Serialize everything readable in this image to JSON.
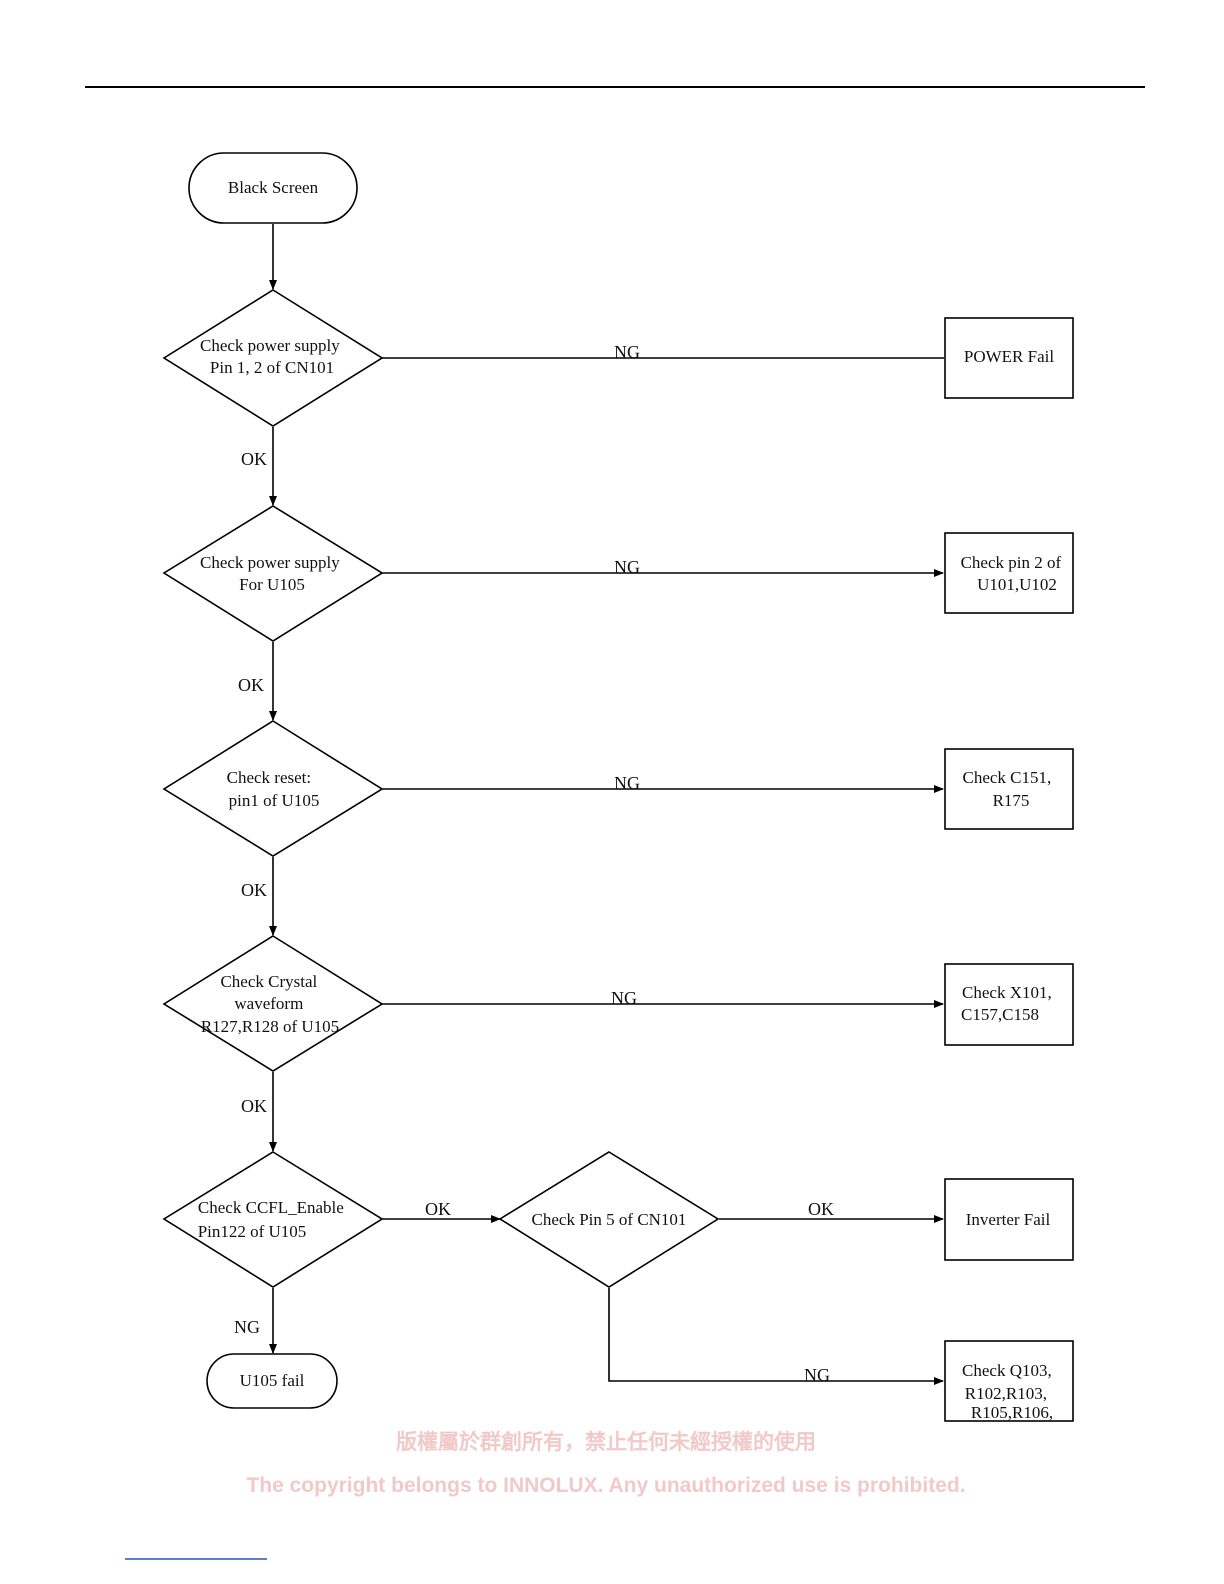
{
  "nodes": {
    "start": {
      "lines": [
        "Black Screen"
      ]
    },
    "check_power_cn101": {
      "lines": [
        "Check power supply",
        "Pin 1, 2 of CN101"
      ]
    },
    "power_fail": {
      "lines": [
        "POWER Fail"
      ]
    },
    "check_power_u105": {
      "lines": [
        "Check power supply",
        "For U105"
      ]
    },
    "check_pin2": {
      "lines": [
        "Check pin 2 of",
        "U101,U102"
      ]
    },
    "check_reset": {
      "lines": [
        "Check reset:",
        "pin1  of U105"
      ]
    },
    "check_c151": {
      "lines": [
        "Check C151,",
        "R175"
      ]
    },
    "check_crystal": {
      "lines": [
        "Check Crystal",
        "waveform",
        "R127,R128 of U105"
      ]
    },
    "check_x101": {
      "lines": [
        "Check X101,",
        "C157,C158"
      ]
    },
    "check_ccfl": {
      "lines": [
        "Check CCFL_Enable",
        "Pin122 of U105"
      ]
    },
    "check_pin5": {
      "lines": [
        "Check Pin 5 of CN101"
      ]
    },
    "inverter_fail": {
      "lines": [
        "Inverter Fail"
      ]
    },
    "u105_fail": {
      "lines": [
        "U105 fail"
      ]
    },
    "check_q103": {
      "lines": [
        "Check Q103,",
        "R102,R103,",
        "R105,R106,"
      ]
    }
  },
  "edges": {
    "ok1": "OK",
    "ok2": "OK",
    "ok3": "OK",
    "ok4": "OK",
    "ok_ccfl": "OK",
    "ok_pin5": "OK",
    "ng1": "NG",
    "ng2": "NG",
    "ng3": "NG",
    "ng4": "NG",
    "ng_ccfl": "NG",
    "ng_pin5": "NG"
  },
  "watermark": {
    "chinese": "版權屬於群創所有，禁止任何未經授權的使用",
    "english": "The copyright belongs to INNOLUX. Any unauthorized use is prohibited."
  }
}
